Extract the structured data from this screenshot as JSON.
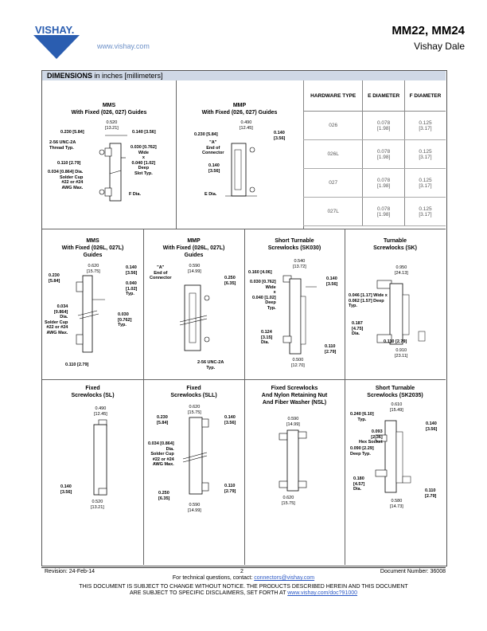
{
  "header": {
    "title": "MM22, MM24",
    "subtitle": "Vishay Dale",
    "url": "www.vishay.com",
    "logo_text": "VISHAY."
  },
  "banner": {
    "bold": "DIMENSIONS",
    "rest": " in inches [millimeters]"
  },
  "table": {
    "headers": [
      "HARDWARE TYPE",
      "E DIAMETER",
      "F DIAMETER"
    ],
    "rows": [
      {
        "type": "026",
        "e1": "0.078",
        "e2": "[1.98]",
        "f1": "0.125",
        "f2": "[3.17]"
      },
      {
        "type": "026L",
        "e1": "0.078",
        "e2": "[1.98]",
        "f1": "0.125",
        "f2": "[3.17]"
      },
      {
        "type": "027",
        "e1": "0.078",
        "e2": "[1.98]",
        "f1": "0.125",
        "f2": "[3.17]"
      },
      {
        "type": "027L",
        "e1": "0.078",
        "e2": "[1.98]",
        "f1": "0.125",
        "f2": "[3.17]"
      }
    ]
  },
  "diagrams": {
    "mms1": {
      "cap": "MMS\nWith Fixed (026, 027) Guides",
      "labels": [
        "0.520\n[13.21]",
        "0.230 [5.84]",
        "0.140 [3.56]",
        "2-56 UNC-2A\nThread Typ.",
        "0.030 [0.762]\nWide\nx\n0.040 [1.02]\nDeep\nSlot Typ.",
        "0.110 [2.79]",
        "0.034 [0.864] Dia.\nSolder Cup\n#22 or #24\nAWG Max.",
        "F Dia."
      ]
    },
    "mmp1": {
      "cap": "MMP\nWith Fixed (026, 027) Guides",
      "labels": [
        "0.490\n[12.45]",
        "0.230 [5.84]",
        "0.140\n[3.56]",
        "\"A\"\nEnd of\nConnector",
        "0.140\n[3.56]",
        "E Dia."
      ]
    },
    "mms2": {
      "cap": "MMS\nWith Fixed (026L, 027L)\nGuides",
      "labels": [
        "0.620\n[15.75]",
        "0.140\n[3.56]",
        "0.230\n[5.84]",
        "0.040\n[1.02]\nTyp.",
        "0.034\n[0.864]\nDia.\nSolder Cup\n#22 or #24\nAWG Max.",
        "0.030\n[0.762]\nTyp.",
        "0.110 [2.79]"
      ]
    },
    "mmp2": {
      "cap": "MMP\nWith Fixed (026L, 027L)\nGuides",
      "labels": [
        "0.590\n[14.99]",
        "\"A\"\nEnd of\nConnector",
        "0.250\n[6.35]",
        "2-56 UNC-2A\nTyp."
      ]
    },
    "sk030": {
      "cap": "Short Turnable\nScrewlocks (SK030)",
      "labels": [
        "0.540\n[13.72]",
        "0.160 [4.06]",
        "0.030 [0.762]\nWide\nx\n0.040 [1.02]\nDeep\nTyp.",
        "0.140\n[3.56]",
        "0.124\n[3.15]\nDia.",
        "0.110\n[2.79]",
        "0.500\n[12.70]"
      ]
    },
    "sk": {
      "cap": "Turnable\nScrewlocks (SK)",
      "labels": [
        "0.950\n[24.13]",
        "0.046 [1.17] Wide x\n0.062 [1.57] Deep\nTyp.",
        "0.187\n[4.75]\nDia.",
        "0.110 [2.79]",
        "0.910\n[23.11]"
      ]
    },
    "sl": {
      "cap": "Fixed\nScrewlocks (SL)",
      "labels": [
        "0.490\n[12.45]",
        "0.140\n[3.56]",
        "0.520\n[13.21]"
      ]
    },
    "sll": {
      "cap": "Fixed\nScrewlocks (SLL)",
      "labels": [
        "0.620\n[15.75]",
        "0.230\n[5.84]",
        "0.140\n[3.56]",
        "0.034 [0.864]\nDia.\nSolder Cup\n#22 or #24\nAWG Max.",
        "0.250\n[6.35]",
        "0.110\n[2.79]",
        "0.590\n[14.99]"
      ]
    },
    "nsl": {
      "cap": "Fixed Screwlocks\nAnd Nylon Retaining Nut\nAnd Fiber Washer (NSL)",
      "labels": [
        "0.590\n[14.99]",
        "0.620\n[15.75]"
      ]
    },
    "sk2035": {
      "cap": "Short Turnable\nScrewlocks (SK2035)",
      "labels": [
        "0.610\n[15.49]",
        "0.240 [6.10]\nTyp.",
        "0.140\n[3.56]",
        "0.093\n[2.36]\nHex Socket",
        "0.090 [2.29]\nDeep Typ.",
        "0.180\n[4.57]\nDia.",
        "0.110\n[2.79]",
        "0.580\n[14.73]"
      ]
    }
  },
  "footer": {
    "revision": "Revision: 24-Feb-14",
    "page": "2",
    "docnum": "Document Number: 36008",
    "tech": "For technical questions, contact: ",
    "tech_link": "connectors@vishay.com",
    "disc1": "THIS DOCUMENT IS SUBJECT TO CHANGE WITHOUT NOTICE. THE PRODUCTS DESCRIBED HEREIN AND THIS DOCUMENT",
    "disc2": "ARE SUBJECT TO SPECIFIC DISCLAIMERS, SET FORTH AT ",
    "disc2_link": "www.vishay.com/doc?91000"
  }
}
